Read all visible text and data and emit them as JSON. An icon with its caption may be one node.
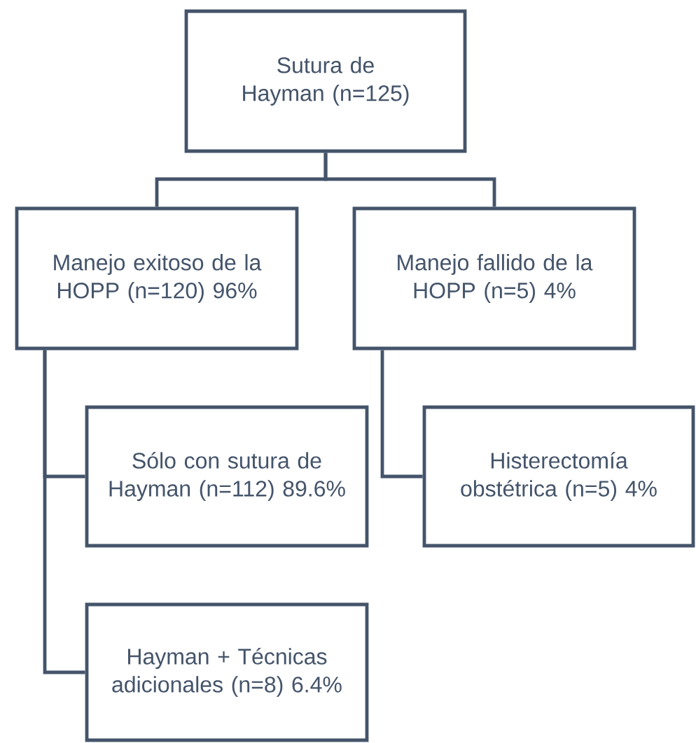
{
  "diagram": {
    "nodes": [
      {
        "text": [
          "Sutura de Hayman (n=125)"
        ]
      },
      {
        "text": [
          "Manejo exitoso de la HOPP (n=120) 96%"
        ]
      },
      {
        "text": [
          "Manejo fallido de la HOPP (n=5) 4%"
        ]
      },
      {
        "text": [
          "Sólo con sutura de Hayman (n=112) 89.6%"
        ]
      },
      {
        "text": [
          "Histerectomía obstétrica (n=5) 4%"
        ]
      },
      {
        "text": [
          "Hayman + Técnicas adicionales (n=8) 6.4%"
        ]
      }
    ],
    "edges": [
      {
        "from": 0,
        "to": 1,
        "arrow": "none"
      },
      {
        "from": 0,
        "to": 2,
        "arrow": "none"
      },
      {
        "from": 1,
        "to": 3,
        "arrow": "none"
      },
      {
        "from": 1,
        "to": 5,
        "arrow": "none"
      },
      {
        "from": 2,
        "to": 4,
        "arrow": "none"
      }
    ]
  }
}
